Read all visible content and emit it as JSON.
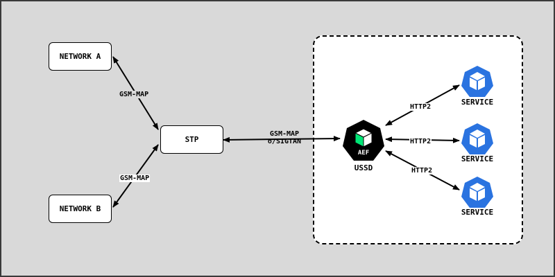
{
  "diagram": {
    "nodes": {
      "network_a": "NETWORK A",
      "network_b": "NETWORK B",
      "stp": "STP",
      "ussd": {
        "label": "USSD",
        "badge": "AEF",
        "icon": "cube-icon"
      },
      "services": [
        {
          "label": "SERVICE",
          "icon": "cube-icon"
        },
        {
          "label": "SERVICE",
          "icon": "cube-icon"
        },
        {
          "label": "SERVICE",
          "icon": "cube-icon"
        }
      ]
    },
    "edges": {
      "network_a_stp": "GSM-MAP",
      "network_b_stp": "GSM-MAP",
      "stp_ussd_line1": "GSM-MAP",
      "stp_ussd_line2": "o/SIGTAN",
      "ussd_service_1": "HTTP2",
      "ussd_service_2": "HTTP2",
      "ussd_service_3": "HTTP2"
    },
    "colors": {
      "background": "#d9d9d9",
      "zone": "#ffffff",
      "ussd_fill": "#000000",
      "ussd_accent": "#00e676",
      "service_fill": "#2a73e0"
    }
  }
}
